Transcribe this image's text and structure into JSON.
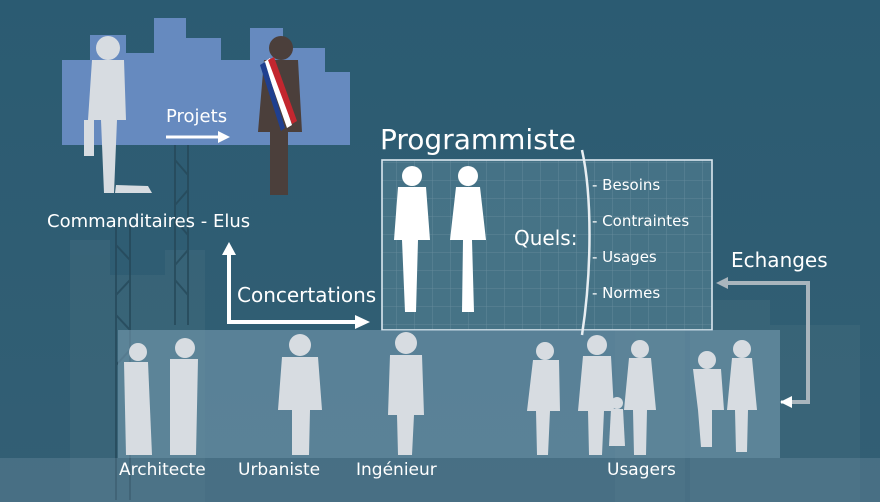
{
  "diagram": {
    "top_flow_label": "Projets",
    "clients_label": "Commanditaires  -  Elus",
    "programmer_label": "Programmiste",
    "question_label": "Quels:",
    "needs": [
      "- Besoins",
      "- Contraintes",
      "- Usages",
      "- Normes"
    ],
    "consultation_label": "Concertations",
    "exchange_label": "Echanges",
    "stakeholders": [
      "Architecte",
      "Urbaniste",
      "Ingénieur",
      "Usagers"
    ]
  },
  "colors": {
    "background": "#2f5f76",
    "grid_panel": "#4f7b8d",
    "skyline_highlight": "#6d8fc8",
    "lower_band": "#7398ad",
    "text": "#ffffff",
    "figure": "#d7dce1",
    "figure_dark": "#4b3f3b",
    "sash_blue": "#1f3f8f",
    "sash_red": "#c3272f",
    "arrow_grey": "#a9b5bd"
  }
}
